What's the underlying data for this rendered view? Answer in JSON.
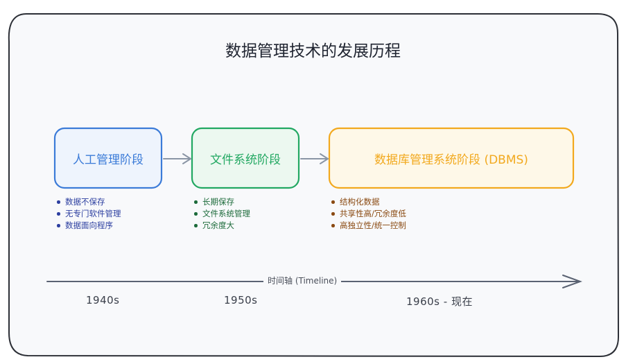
{
  "title": "数据管理技术的发展历程",
  "stages": [
    {
      "label": "人工管理阶段",
      "color": "#3b7bd8",
      "fill": "#eef4fd",
      "points": [
        "数据不保存",
        "无专门软件管理",
        "数据面向程序"
      ]
    },
    {
      "label": "文件系统阶段",
      "color": "#22a862",
      "fill": "#ecf8f0",
      "points": [
        "长期保存",
        "文件系统管理",
        "冗余度大"
      ]
    },
    {
      "label": "数据库管理系统阶段 (DBMS)",
      "color": "#f2a91e",
      "fill": "#fef8e8",
      "points": [
        "结构化数据",
        "共享性高/冗余度低",
        "高独立性/统一控制"
      ]
    }
  ],
  "timeline": {
    "label": "时间轴 (Timeline)",
    "years": [
      "1940s",
      "1950s",
      "1960s - 现在"
    ]
  },
  "colors": {
    "frame": "#2c2f36",
    "panel": "#f8f9fb",
    "arrow": "#8a95a5",
    "axis": "#5a6272",
    "point_text": "#2a3550"
  }
}
